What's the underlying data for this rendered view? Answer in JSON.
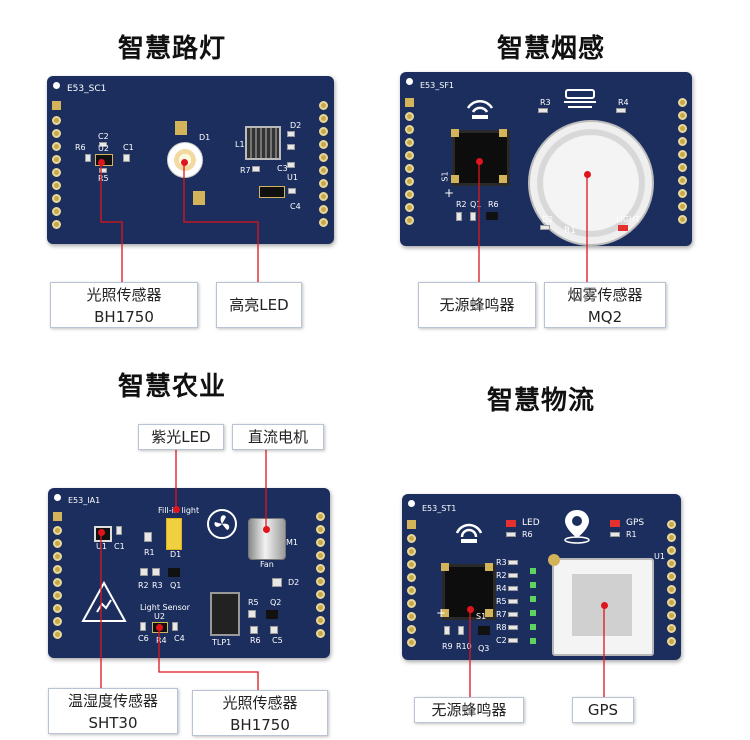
{
  "titles": {
    "street_light": "智慧路灯",
    "smoke": "智慧烟感",
    "agriculture": "智慧农业",
    "logistics": "智慧物流"
  },
  "boards": {
    "sc1": {
      "name": "E53_SC1",
      "parts": [
        "C2",
        "U2",
        "R6",
        "R5",
        "C1",
        "D1",
        "L1",
        "D2",
        "C3",
        "R7",
        "U1",
        "C4"
      ]
    },
    "sf1": {
      "name": "E53_SF1",
      "parts": [
        "R3",
        "R4",
        "S1",
        "R1",
        "R2",
        "Q1",
        "R6",
        "D2",
        "LIGHT",
        "+"
      ]
    },
    "ia1": {
      "name": "E53_IA1",
      "parts": [
        "Fill-in light",
        "U1",
        "C1",
        "R1",
        "D1",
        "R2",
        "R3",
        "Q1",
        "Fan",
        "M1",
        "D2",
        "Light Sensor",
        "U2",
        "C6",
        "R4",
        "C4",
        "R5",
        "Q2",
        "R6",
        "C5",
        "TLP1"
      ]
    },
    "st1": {
      "name": "E53_ST1",
      "parts": [
        "LED",
        "R6",
        "GPS",
        "R1",
        "U1",
        "R3",
        "R2",
        "R4",
        "R5",
        "R7",
        "R8",
        "S1",
        "C2",
        "R9",
        "R10",
        "Q3",
        "+"
      ]
    }
  },
  "callouts": {
    "bh1750_top": [
      "光照传感器",
      "BH1750"
    ],
    "high_led": "高亮LED",
    "passive_buzzer_top": "无源蜂鸣器",
    "smoke_sensor": [
      "烟雾传感器",
      "MQ2"
    ],
    "purple_led": "紫光LED",
    "dc_motor": "直流电机",
    "sht30": [
      "温湿度传感器",
      "SHT30"
    ],
    "bh1750_bottom": [
      "光照传感器",
      "BH1750"
    ],
    "passive_buzzer_bottom": "无源蜂鸣器",
    "gps": "GPS"
  },
  "colors": {
    "pcb": "#1b2e5e",
    "leader": "#e0141c",
    "gold": "#c8a84a"
  }
}
